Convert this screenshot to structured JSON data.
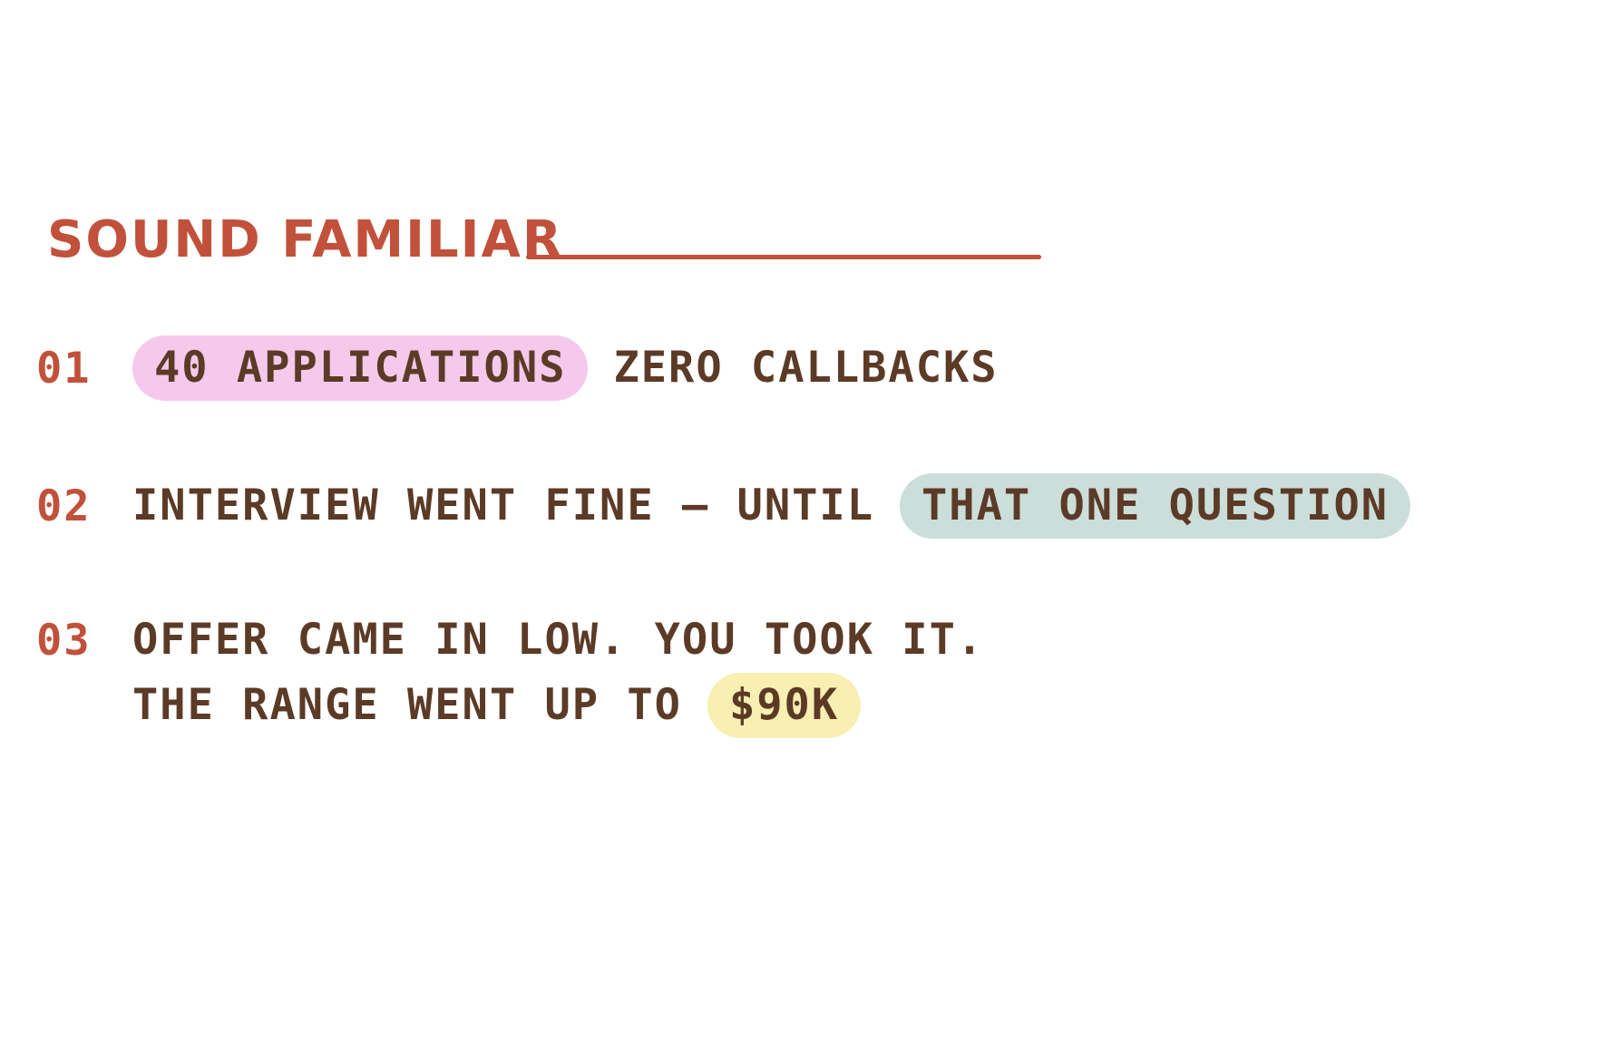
{
  "colors": {
    "background": "#ffffff",
    "accent": "#c1513b",
    "text": "#5b3a26",
    "highlight_pink": "#f4c9ec",
    "highlight_blue": "#ccdeda",
    "highlight_yellow": "#faefb2"
  },
  "header": {
    "title": "SOUND FAMILIAR"
  },
  "items": [
    {
      "number": "01",
      "highlight": "40 APPLICATIONS",
      "after": "ZERO CALLBACKS"
    },
    {
      "number": "02",
      "before": "INTERVIEW WENT FINE — UNTIL",
      "highlight": "THAT ONE QUESTION"
    },
    {
      "number": "03",
      "line1": "OFFER CAME IN LOW. YOU TOOK IT.",
      "line2_before": "THE RANGE WENT UP TO",
      "highlight": "$90K"
    }
  ]
}
